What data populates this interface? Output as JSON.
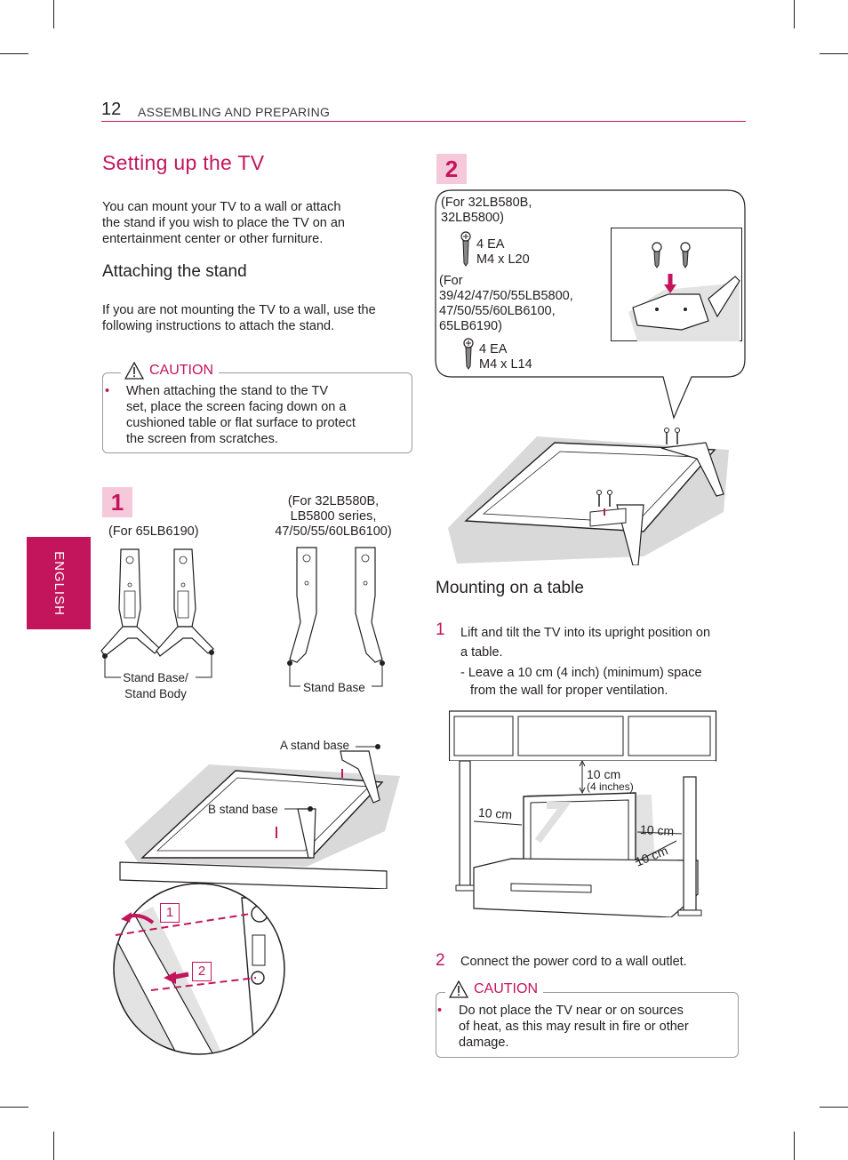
{
  "header": {
    "page_number": "12",
    "section": "ASSEMBLING AND PREPARING"
  },
  "side_tab": {
    "language": "ENGLISH"
  },
  "title": "Setting up the TV",
  "intro": [
    "You can mount your TV to a wall or attach",
    "the stand if you wish to place the TV on an",
    "entertainment center or other furniture."
  ],
  "attaching": {
    "heading": "Attaching the stand",
    "text": [
      "If you are not mounting the TV to a wall, use the",
      "following instructions to attach the stand."
    ]
  },
  "caution1": {
    "label": "CAUTION",
    "bullet": "•",
    "lines": [
      "When attaching the stand to the TV",
      "set, place the screen facing down on a",
      "cushioned table or flat surface to protect",
      "the screen from scratches."
    ]
  },
  "step1": {
    "badge": "1",
    "model_left": "(For 65LB6190)",
    "model_right": [
      "(For 32LB580B,",
      "LB5800 series,",
      "47/50/55/60LB6100)"
    ],
    "label_left": [
      "Stand Base/",
      "Stand Body"
    ],
    "label_right": "Stand Base",
    "label_a": "A stand base",
    "label_b": "B stand base",
    "callout_1": "1",
    "callout_2": "2"
  },
  "step2": {
    "badge": "2",
    "model_a": [
      "(For 32LB580B,",
      "32LB5800)"
    ],
    "screw_a": [
      "4 EA",
      "M4 x L20"
    ],
    "model_b": [
      "(For",
      "39/42/47/50/55LB5800,",
      "47/50/55/60LB6100,",
      "65LB6190)"
    ],
    "screw_b": [
      "4 EA",
      "M4 x L14"
    ]
  },
  "mounting": {
    "heading": "Mounting on a table",
    "step1_num": "1",
    "step1_lines": [
      "Lift and tilt the TV into its upright position on",
      "a table."
    ],
    "step1_sub": [
      "- Leave a 10 cm (4 inch) (minimum) space",
      "from the wall for proper ventilation."
    ],
    "dim_top": "10 cm",
    "dim_top_sub": "(4 inches)",
    "dim_left": "10 cm",
    "dim_right": "10 cm",
    "dim_bottom": "10 cm",
    "step2_num": "2",
    "step2_text": "Connect the power cord to a wall outlet."
  },
  "caution2": {
    "label": "CAUTION",
    "bullet": "•",
    "lines": [
      "Do not place the TV near or on sources",
      "of heat, as this may result in fire or other",
      "damage."
    ]
  },
  "colors": {
    "accent": "#c3155b",
    "badge_bg": "#f6c9da",
    "text": "#231f20"
  }
}
